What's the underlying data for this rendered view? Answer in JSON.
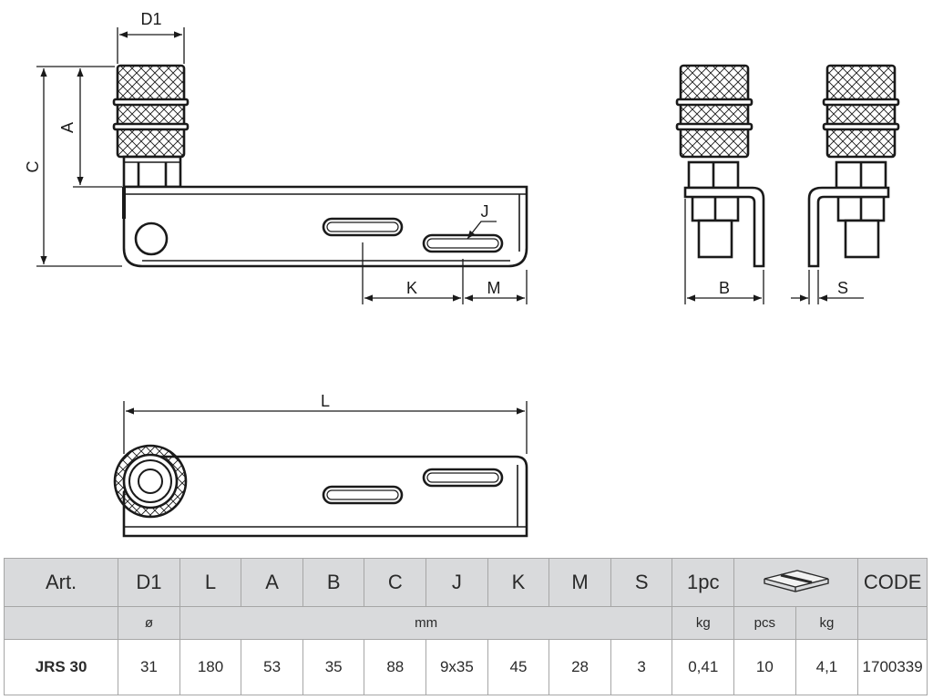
{
  "dimensions": {
    "D1": "D1",
    "A": "A",
    "C": "C",
    "J": "J",
    "K": "K",
    "M": "M",
    "B": "B",
    "S": "S",
    "L": "L"
  },
  "table": {
    "headers": [
      "Art.",
      "D1",
      "L",
      "A",
      "B",
      "C",
      "J",
      "K",
      "M",
      "S",
      "1pc",
      "",
      "CODE"
    ],
    "box_icon": "package-box-icon",
    "units": {
      "d1": "ø",
      "mm": "mm",
      "kg1": "kg",
      "pcs": "pcs",
      "kg2": "kg"
    },
    "row": {
      "art": "JRS 30",
      "d1": "31",
      "l": "180",
      "a": "53",
      "b": "35",
      "c": "88",
      "j": "9x35",
      "k": "45",
      "m": "28",
      "s": "3",
      "kg": "0,41",
      "pcs": "10",
      "kg_box": "4,1",
      "code": "1700339"
    }
  },
  "colors": {
    "stroke": "#1a1a1a",
    "header_bg": "#d9dadc",
    "border": "#a6a6a6"
  }
}
